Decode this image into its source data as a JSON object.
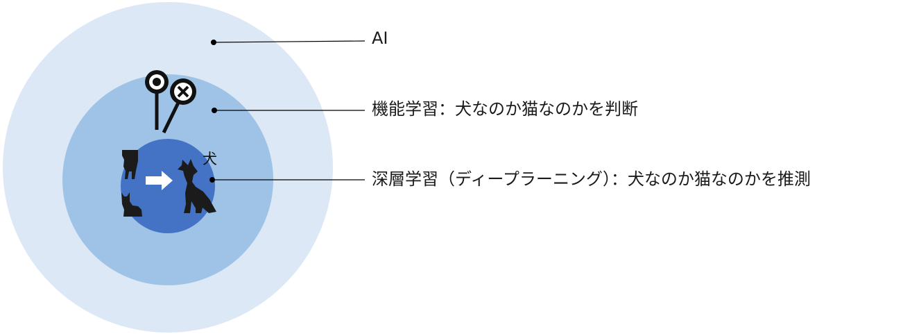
{
  "layers": {
    "ai": {
      "label": "AI"
    },
    "machine_learning": {
      "label": "機能学習：犬なのか猫なのかを判断"
    },
    "deep_learning": {
      "label": "深層学習（ディープラーニング）：犬なのか猫なのかを推測"
    }
  },
  "inner_result_label": "犬",
  "icons": {
    "judgement_signs": [
      "circle-mark-sign-icon",
      "cross-mark-sign-icon"
    ],
    "inputs": [
      "dog-silhouette-icon",
      "cat-silhouette-icon"
    ],
    "arrow": "right-arrow-icon",
    "output": "dog-silhouette-icon"
  },
  "colors": {
    "outer_circle": "#dce8f5",
    "middle_circle": "#9fc3e6",
    "inner_circle": "#4472c4",
    "silhouette": "#1b1b1b",
    "leader_line": "#000000"
  }
}
